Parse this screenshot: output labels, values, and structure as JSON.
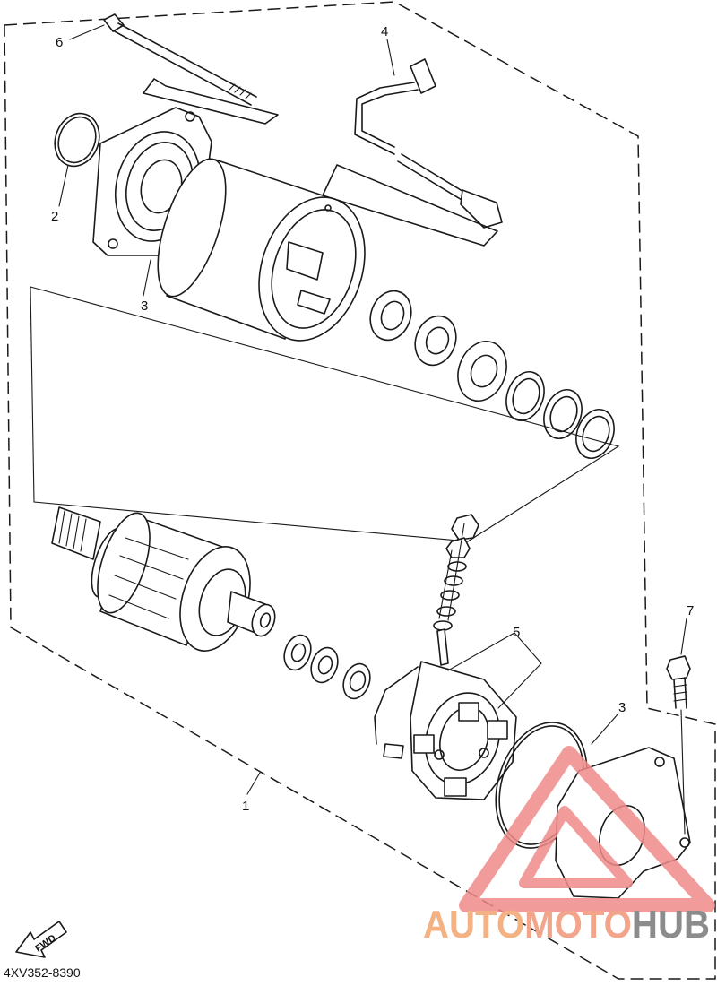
{
  "diagram": {
    "part_code": "4XV352-8390",
    "direction_label": "FWD",
    "callouts": {
      "n1": "1",
      "n2": "2",
      "n3a": "3",
      "n3b": "3",
      "n4": "4",
      "n5": "5",
      "n6": "6",
      "n7": "7"
    }
  },
  "watermark": {
    "word_a": "AUTO",
    "word_b": "MOTO",
    "word_c": "HUB",
    "color_a": "#f4b183",
    "color_b": "#f2a58a",
    "color_c": "#8c8c8c",
    "logo_color": "#f08a8a"
  }
}
